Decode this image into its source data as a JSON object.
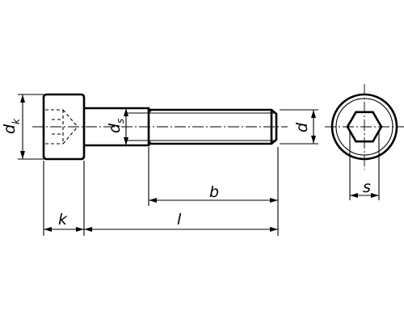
{
  "labels": {
    "head_diameter": "d",
    "head_diameter_sub": "k",
    "head_height": "k",
    "shank_diameter": "d",
    "shank_diameter_sub": "s",
    "thread_diameter": "d",
    "thread_length": "b",
    "length": "l",
    "key_width": "s"
  }
}
